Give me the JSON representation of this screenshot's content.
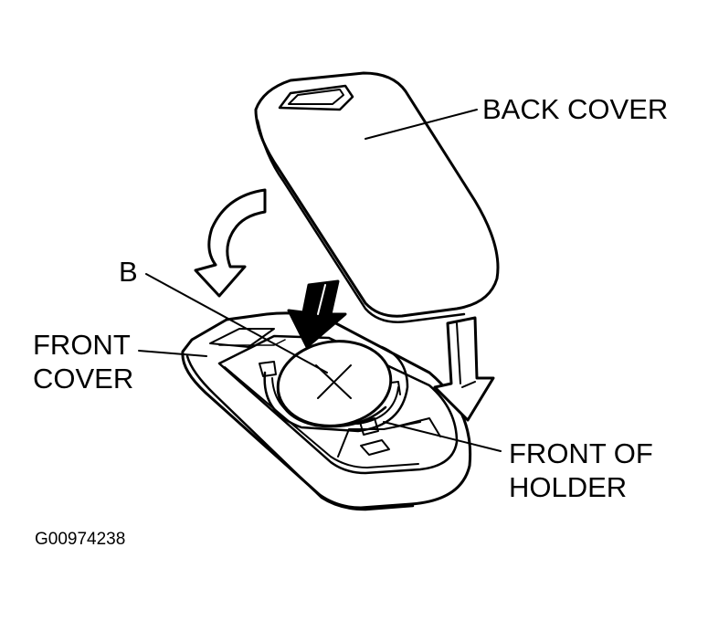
{
  "labels": {
    "back_cover": "BACK COVER",
    "b": "B",
    "front_cover_line1": "FRONT",
    "front_cover_line2": "COVER",
    "front_of_holder_line1": "FRONT OF",
    "front_of_holder_line2": "HOLDER"
  },
  "figure_id": "G00974238",
  "colors": {
    "ink": "#000000",
    "paper": "#ffffff"
  }
}
